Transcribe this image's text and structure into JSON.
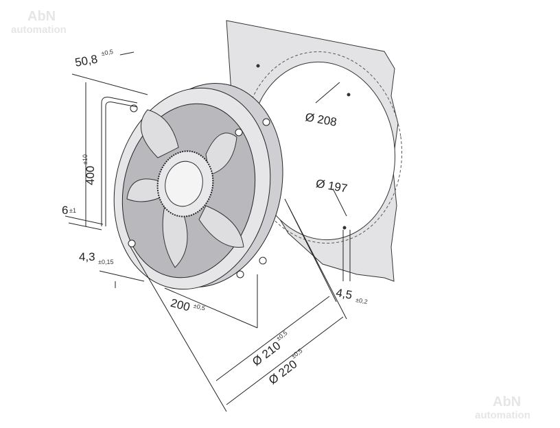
{
  "watermark": {
    "line1": "AbN",
    "line2": "automation"
  },
  "dimensions": {
    "depth": {
      "value": "50,8",
      "tol": "±0,5"
    },
    "lead_length": {
      "value": "400",
      "tol": "±10"
    },
    "strip_length": {
      "value": "6",
      "tol": "±1"
    },
    "hole_dia": {
      "value": "4,3",
      "tol": "±0,15"
    },
    "hole_spacing": {
      "value": "200",
      "tol": "±0,5"
    },
    "dia_210": {
      "value": "Ø 210",
      "tol": "±0,5"
    },
    "dia_220": {
      "value": "Ø 220",
      "tol": "±0,5"
    },
    "panel_hole": {
      "value": "4,5",
      "tol": "±0,2"
    },
    "cutout_208": {
      "value": "Ø 208"
    },
    "cutout_197": {
      "value": "Ø 197"
    }
  },
  "colors": {
    "panel": "#e3e3e6",
    "fan": "#d9d9dc",
    "line": "#222222"
  }
}
